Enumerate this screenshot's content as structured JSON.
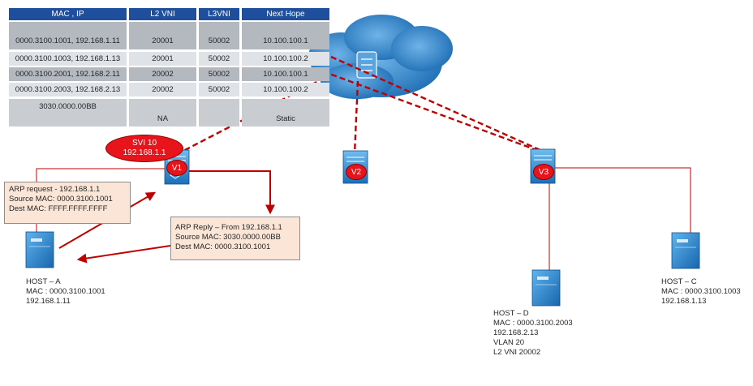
{
  "table": {
    "headers": [
      "MAC , IP",
      "L2 VNI",
      "L3VNI",
      "Next Hope"
    ],
    "rows": [
      [
        "0000.3100.1001, 192.168.1.11",
        "20001",
        "50002",
        "10.100.100.1"
      ],
      [
        "0000.3100.1003, 192.168.1.13",
        "20001",
        "50002",
        "10.100.100.2"
      ],
      [
        "0000.3100.2001, 192.168.2.11",
        "20002",
        "50002",
        "10.100.100.1"
      ],
      [
        "0000.3100.2003, 192.168.2.13",
        "20002",
        "50002",
        "10.100.100.2"
      ],
      [
        "3030.0000.00BB",
        "NA",
        "",
        "Static"
      ]
    ]
  },
  "svi": {
    "line1": "SVI 10",
    "line2": "192.168.1.1"
  },
  "switches": {
    "v1": "V1",
    "v2": "V2",
    "v3": "V3"
  },
  "arp_request": {
    "line1": "ARP request - 192.168.1.1",
    "line2": "Source MAC: 0000.3100.1001",
    "line3": "Dest MAC: FFFF.FFFF.FFFF"
  },
  "arp_reply": {
    "line1": "ARP Reply – From 192.168.1.1",
    "line2": "Source MAC: 3030.0000.00BB",
    "line3": "Dest MAC: 0000.3100.1001"
  },
  "hosts": {
    "a": {
      "name": "HOST – A",
      "mac": "MAC : 0000.3100.1001",
      "ip": "192.168.1.11"
    },
    "c": {
      "name": "HOST – C",
      "mac": "MAC : 0000.3100.1003",
      "ip": "192.168.1.13"
    },
    "d": {
      "name": "HOST – D",
      "mac": "MAC : 0000.3100.2003",
      "ip": "192.168.2.13",
      "vlan": "VLAN 20",
      "vni": "L2 VNI 20002"
    }
  },
  "colors": {
    "header_blue": "#1f4e9c",
    "link_red": "#c00000",
    "badge_red": "#e8141b",
    "cloud_blue": "#1f6fb5",
    "note_fill": "#fbe5d6"
  },
  "icons": [
    "cloud-icon",
    "fabric-router-icon",
    "switch-icon",
    "server-icon"
  ]
}
